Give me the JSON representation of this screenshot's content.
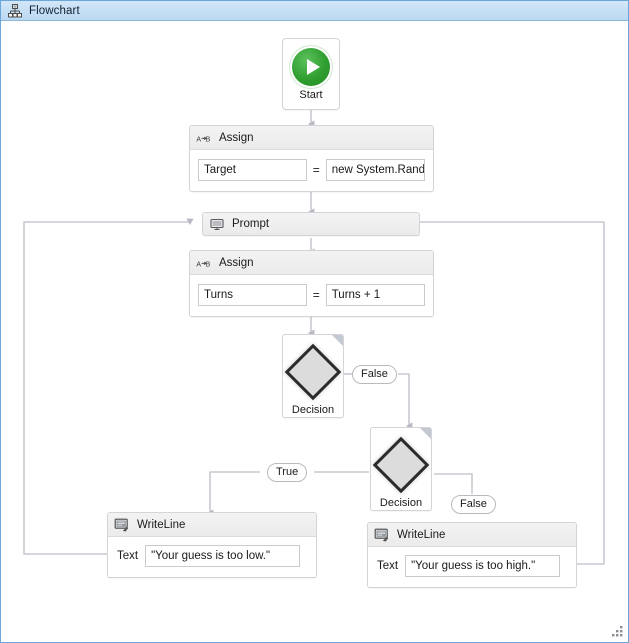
{
  "window": {
    "title": "Flowchart",
    "icon": "flowchart-icon"
  },
  "flowchart": {
    "start": {
      "label": "Start",
      "icon": "play-icon"
    },
    "assign_target": {
      "title": "Assign",
      "icon": "assign-icon",
      "to_value": "Target",
      "operator": "=",
      "value": "new System.Randoi"
    },
    "prompt": {
      "title": "Prompt",
      "icon": "prompt-icon"
    },
    "assign_turns": {
      "title": "Assign",
      "icon": "assign-icon",
      "to_value": "Turns",
      "operator": "=",
      "value": "Turns + 1"
    },
    "decision_1": {
      "label": "Decision",
      "icon": "decision-diamond-icon"
    },
    "decision_2": {
      "label": "Decision",
      "icon": "decision-diamond-icon"
    },
    "writeline_low": {
      "title": "WriteLine",
      "icon": "writeline-icon",
      "caption": "Text",
      "value": "\"Your guess is too low.\""
    },
    "writeline_high": {
      "title": "WriteLine",
      "icon": "writeline-icon",
      "caption": "Text",
      "value": "\"Your guess is too high.\""
    },
    "connectors": {
      "decision1_false": "False",
      "decision2_true": "True",
      "decision2_false": "False"
    }
  },
  "colors": {
    "title_bar": "#c6dff5",
    "window_border": "#6aa6d8",
    "start_green": "#2f9e2f",
    "connector_line": "#c8c8d0",
    "node_border": "#d3d3d8",
    "node_header": "#ebebeb",
    "field_border": "#c9c9cf",
    "canvas_background": "#ffffff"
  },
  "status": {
    "resize_grip": "resize-grip"
  }
}
